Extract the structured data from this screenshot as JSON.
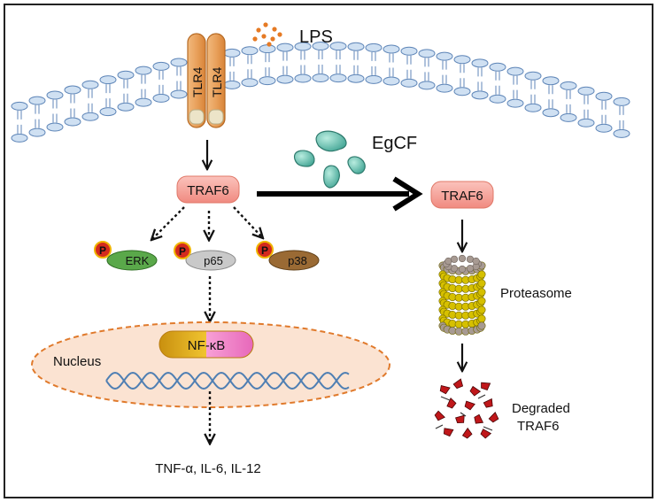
{
  "labels": {
    "lps": "LPS",
    "tlr4_left": "TLR4",
    "tlr4_right": "TLR4",
    "egcf": "EgCF",
    "traf6_main": "TRAF6",
    "traf6_target": "TRAF6",
    "erk": "ERK",
    "p65": "p65",
    "p38": "p38",
    "phospho": "P",
    "nfkb": "NF-κB",
    "nucleus": "Nucleus",
    "proteasome": "Proteasome",
    "degraded_line1": "Degraded",
    "degraded_line2": "TRAF6",
    "cytokines": "TNF-α, IL-6, IL-12"
  },
  "colors": {
    "membrane_head": "#cfe0f2",
    "membrane_edge": "#5f86b8",
    "tlr4": "#e9a15c",
    "traf6": "#f5a39a",
    "erk": "#5aa84a",
    "p65": "#c9c9c9",
    "p38": "#9a6a34",
    "phospho": "#d42a1e",
    "nucleus_fill": "#fbe3d2",
    "nucleus_edge": "#e07a2c",
    "nfkb_left": "#e0a51a",
    "nfkb_right": "#ef7ec6",
    "dna": "#4f7fb3",
    "egcf_blob": "#7cc7bb",
    "proteasome_yellow": "#d6c000",
    "proteasome_gray": "#a79a92",
    "degraded_fragment": "#c0171a",
    "lps_dot": "#e67a24"
  }
}
